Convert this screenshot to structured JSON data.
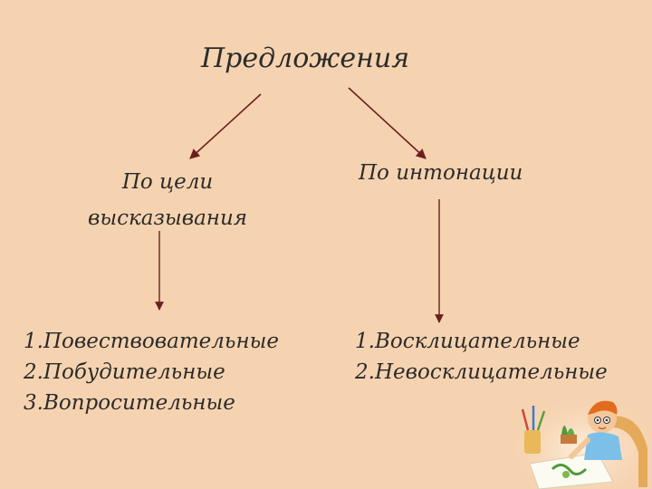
{
  "title": "Предложения",
  "branches": {
    "left": {
      "label_line1": "По цели",
      "label_line2": "высказывания",
      "items": [
        "1.Повествовательные",
        "2.Побудительные",
        "3.Вопросительные"
      ]
    },
    "right": {
      "label": "По интонации",
      "items": [
        "1.Восклицательные",
        "2.Невосклицательные"
      ]
    }
  },
  "colors": {
    "background": "#f6d3b0",
    "text": "#2b2b2b",
    "arrow": "#6b1f1f"
  }
}
